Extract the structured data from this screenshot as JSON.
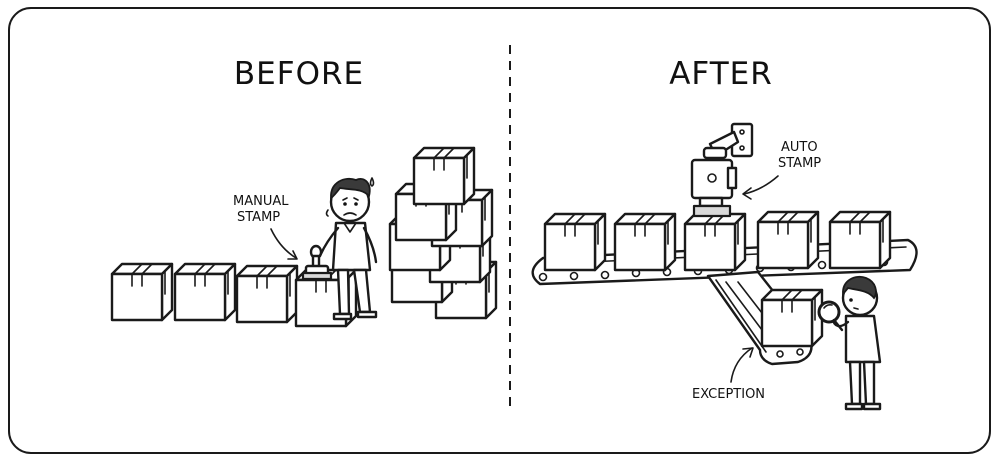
{
  "panels": {
    "before": {
      "heading": "BEFORE",
      "annotation_line1": "MANUAL",
      "annotation_line2": "STAMP"
    },
    "after": {
      "heading": "AFTER",
      "annotation_line1": "AUTO",
      "annotation_line2": "STAMP",
      "exception_label": "EXCEPTION"
    }
  }
}
